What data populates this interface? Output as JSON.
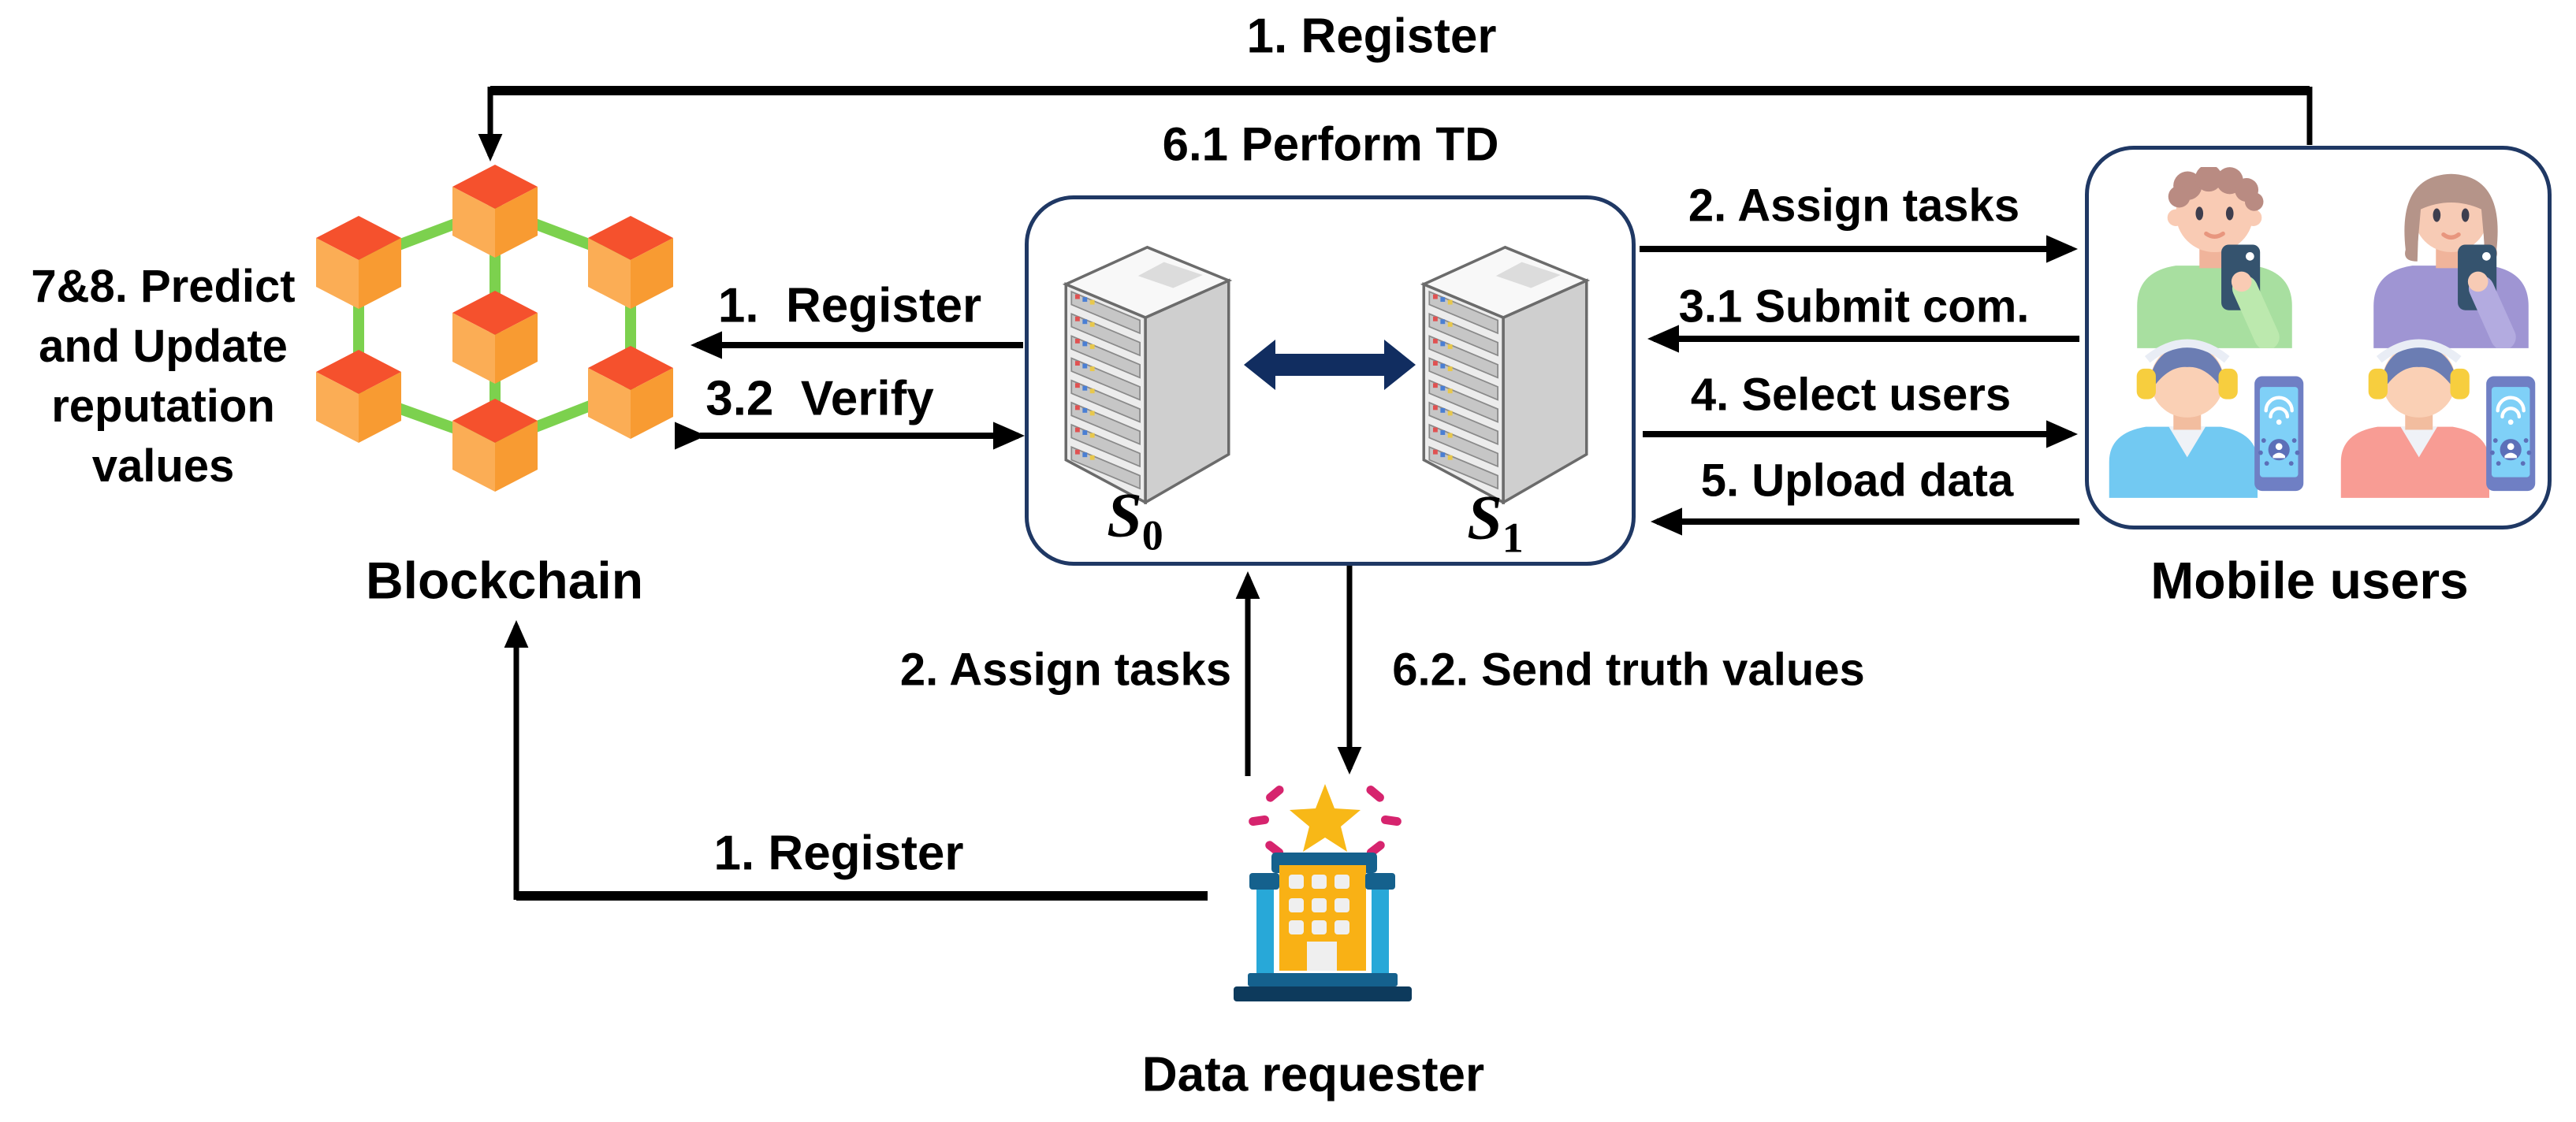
{
  "blockchain": {
    "label": "Blockchain",
    "annotation_lines": [
      "7&8. Predict",
      "and Update",
      "reputation",
      "values"
    ]
  },
  "servers": {
    "label": "6.1 Perform TD",
    "s0": {
      "base": "S",
      "sub": "0"
    },
    "s1": {
      "base": "S",
      "sub": "1"
    }
  },
  "mobile_users": {
    "label": "Mobile users"
  },
  "data_requester": {
    "label": "Data requester"
  },
  "edges": {
    "register_top": "1. Register",
    "register_blockchain": "1.  Register",
    "verify": "3.2  Verify",
    "assign_tasks_right": "2. Assign tasks",
    "submit_com": "3.1 Submit com.",
    "select_users": "4. Select users",
    "upload_data": "5. Upload data",
    "assign_tasks_up": "2. Assign tasks",
    "send_truth": "6.2. Send truth values",
    "register_requester": "1. Register"
  },
  "colors": {
    "arrow_black": "#000000",
    "box_border_navy": "#1F3864",
    "server_link_navy": "#112D60",
    "cube_top": "#F5512D",
    "cube_left": "#FBAD55",
    "cube_right": "#F89B32",
    "chain_link_green": "#7CD14E",
    "building_amber": "#F9B115",
    "building_teal": "#28A8D8",
    "building_blue": "#15618D",
    "building_dark_blue": "#0D3A5C",
    "star_gold": "#F8B817",
    "sparkle_pink": "#D6246E"
  }
}
